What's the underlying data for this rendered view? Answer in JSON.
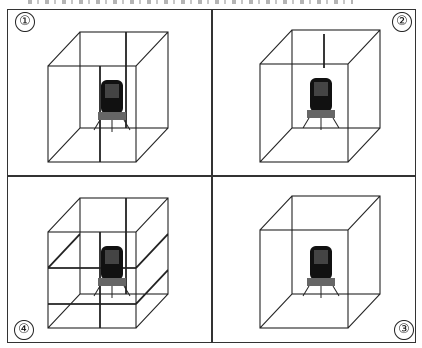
{
  "panels": [
    {
      "number": "①",
      "lines": "vertical-cross",
      "icon": "laser-level-icon"
    },
    {
      "number": "②",
      "lines": "vertical-single",
      "icon": "laser-level-icon"
    },
    {
      "number": "③",
      "lines": "none",
      "icon": "laser-level-icon"
    },
    {
      "number": "④",
      "lines": "horizontal-and-vertical-cross",
      "icon": "laser-level-icon"
    }
  ],
  "colors": {
    "line": "#222222",
    "device": "#111111",
    "background": "#ffffff"
  }
}
